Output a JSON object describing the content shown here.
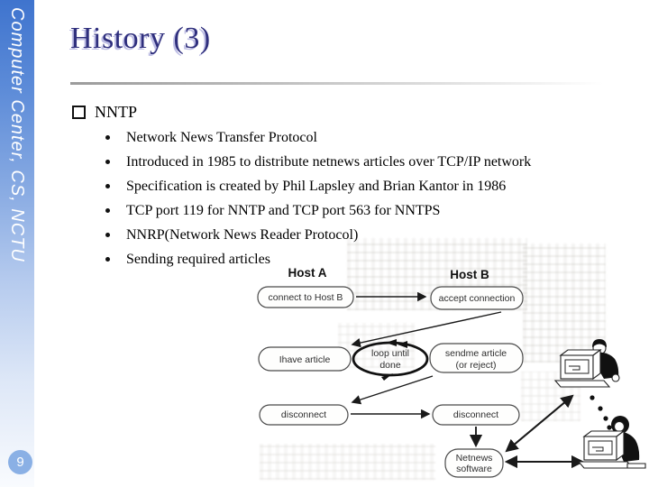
{
  "sidebar": {
    "vertical_text": "Computer Center, CS, NCTU",
    "page_number": "9"
  },
  "header": {
    "title": "History (3)"
  },
  "content": {
    "bullet": {
      "label": "NNTP",
      "items": [
        "Network News Transfer Protocol",
        "Introduced in 1985 to distribute netnews articles over TCP/IP network",
        "Specification is created by Phil Lapsley and Brian Kantor in 1986",
        "TCP port 119 for NNTP and TCP port 563 for NNTPS",
        "NNRP(Network News Reader Protocol)",
        "Sending required articles"
      ]
    }
  },
  "diagram": {
    "host_a": "Host A",
    "host_b": "Host B",
    "connect_box": "connect to Host B",
    "accept_box": "accept connection",
    "ihave_box": "Ihave article",
    "loop_line1": "loop until",
    "loop_line2": "done",
    "sendme_line1": "sendme article",
    "sendme_line2": "(or reject)",
    "disconnect_a": "disconnect",
    "disconnect_b": "disconnect",
    "netnews_line1": "Netnews",
    "netnews_line2": "software"
  },
  "colors": {
    "title_text": "#2f2f7d",
    "title_shadow": "#bdbde4",
    "sidebar_top": "#3f74ce",
    "page_circle": "#8ab0e5"
  }
}
